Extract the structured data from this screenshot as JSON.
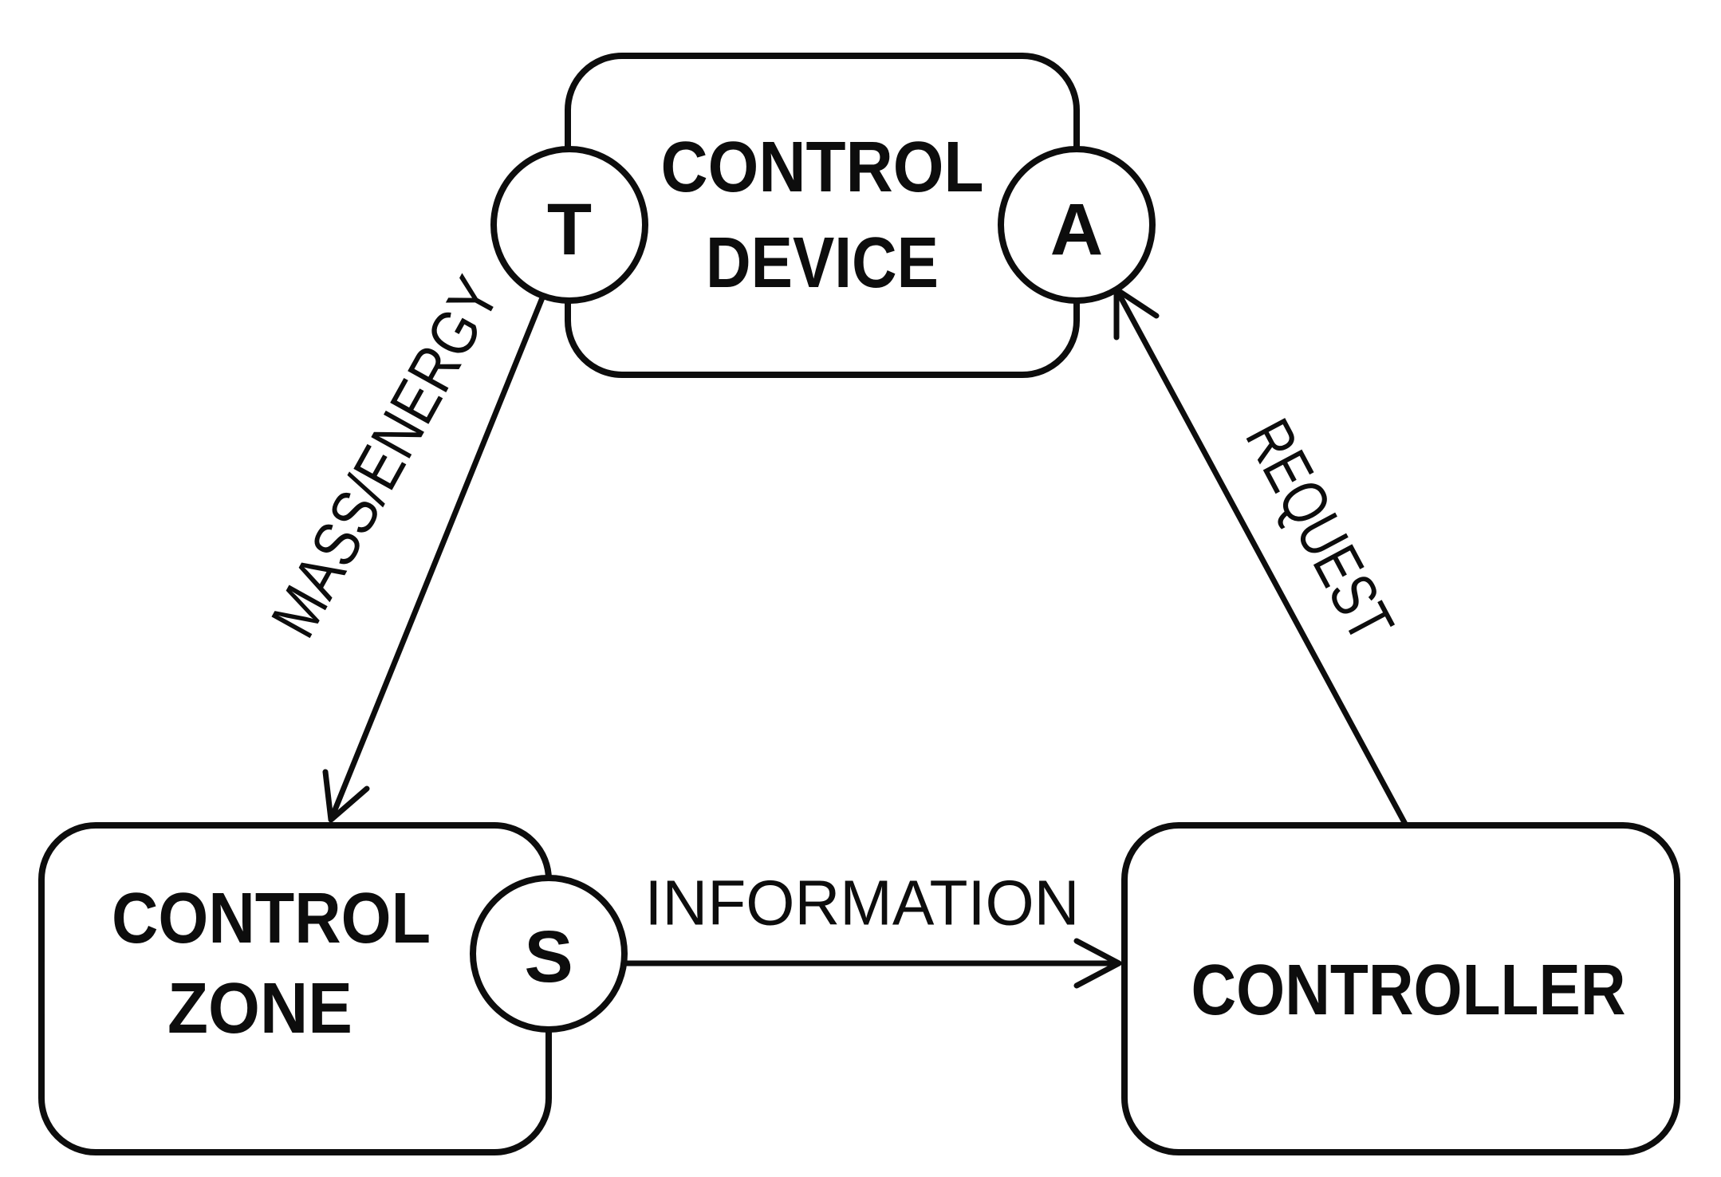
{
  "diagram": {
    "title": "control loop block diagram",
    "background_color": "#ffffff",
    "line_color": "#0d0d0d",
    "nodes": [
      {
        "id": "control-device",
        "lines": [
          "CONTROL",
          "DEVICE"
        ]
      },
      {
        "id": "control-zone",
        "lines": [
          "CONTROL",
          "ZONE"
        ]
      },
      {
        "id": "controller",
        "lines": [
          "CONTROLLER"
        ]
      }
    ],
    "ports": [
      {
        "id": "transducer-port",
        "label": "T",
        "on": "control-device-left"
      },
      {
        "id": "actuator-port",
        "label": "A",
        "on": "control-device-right"
      },
      {
        "id": "sensor-port",
        "label": "S",
        "on": "control-zone-right"
      }
    ],
    "edges": [
      {
        "id": "mass-energy-flow",
        "label": "MASS/ENERGY",
        "from": "transducer-port",
        "to": "control-zone"
      },
      {
        "id": "request-flow",
        "label": "REQUEST",
        "from": "controller",
        "to": "actuator-port"
      },
      {
        "id": "information-flow",
        "label": "INFORMATION",
        "from": "sensor-port",
        "to": "controller"
      }
    ]
  }
}
